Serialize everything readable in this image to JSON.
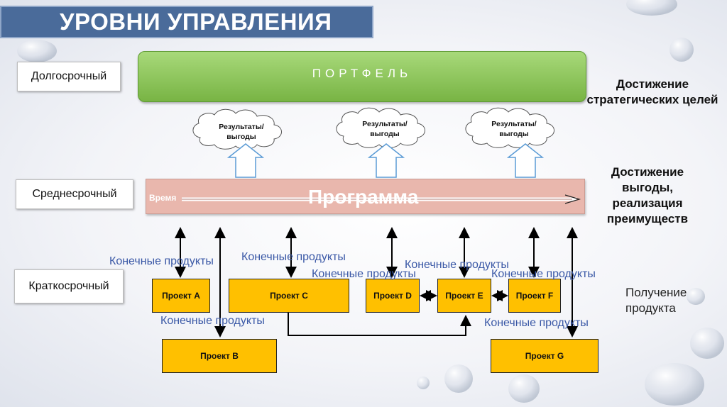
{
  "title": "УРОВНИ УПРАВЛЕНИЯ",
  "levels": {
    "long": "Долгосрочный",
    "medium": "Среднесрочный",
    "short": "Краткосрочный"
  },
  "portfolio": "ПОРТФЕЛЬ",
  "goals": {
    "strategic": [
      "Достижение",
      "стратегических целей"
    ],
    "benefit": [
      "Достижение",
      "выгоды,",
      "реализация",
      "преимуществ"
    ],
    "product": [
      "Получение",
      "продукта"
    ]
  },
  "program": {
    "label": "Программа",
    "time": "Время"
  },
  "cloud_text": [
    "Результаты/",
    "выгоды"
  ],
  "projects": {
    "a": "Проект A",
    "b": "Проект B",
    "c": "Проект C",
    "d": "Проект D",
    "e": "Проект E",
    "f": "Проект F",
    "g": "Проект G"
  },
  "final_products": "Конечные продукты",
  "colors": {
    "title_bg": "#4a6b9a",
    "portfolio": "#8cc63f",
    "program": "#e9b7ad",
    "project": "#ffc000",
    "label_blue": "#3a58a6"
  }
}
